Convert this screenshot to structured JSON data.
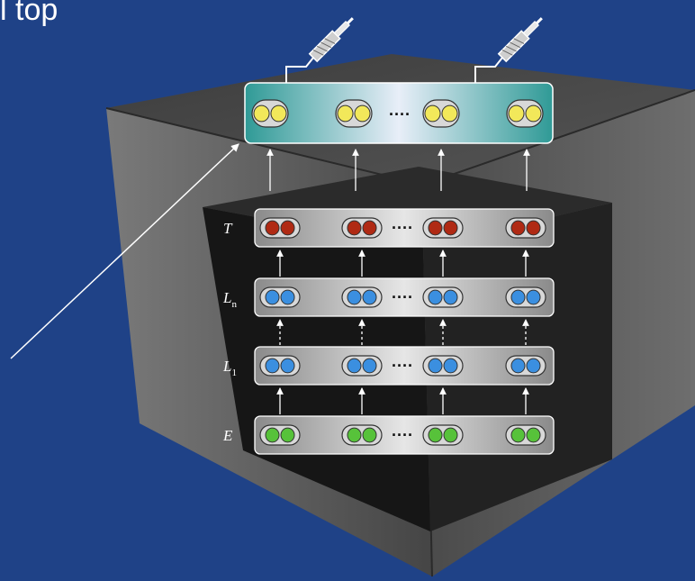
{
  "title_fragment": "l top",
  "layers": [
    {
      "id": "T",
      "label": "T",
      "sub": "",
      "color": "#b02a14"
    },
    {
      "id": "Ln",
      "label": "L",
      "sub": "n",
      "color": "#3b8fe0"
    },
    {
      "id": "L1",
      "label": "L",
      "sub": "1",
      "color": "#3b8fe0"
    },
    {
      "id": "E",
      "label": "E",
      "sub": "",
      "color": "#57c23a"
    }
  ],
  "top_layer": {
    "color": "#f2e85a"
  },
  "ellipsis": "····",
  "colors": {
    "background": "#1f4287",
    "outer_cube": "#4a4a4a",
    "inner_cube": "#1c1c1c",
    "arrow": "#ffffff"
  },
  "icons": [
    "plug-icon",
    "plug-icon"
  ]
}
